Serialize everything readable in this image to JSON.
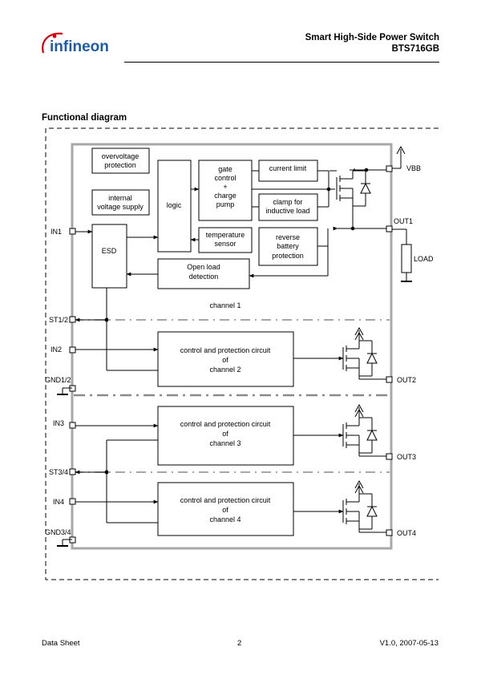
{
  "header": {
    "title_line1": "Smart High-Side Power Switch",
    "title_line2": "BTS716GB",
    "logo_text": "infineon"
  },
  "section": {
    "title": "Functional diagram"
  },
  "diagram": {
    "boxes": {
      "overvoltage": [
        "overvoltage",
        "protection"
      ],
      "internal_supply": [
        "internal",
        "voltage supply"
      ],
      "esd": "ESD",
      "logic": "logic",
      "gate_control": [
        "gate",
        "control",
        "+",
        "charge",
        "pump"
      ],
      "temperature_sensor": [
        "temperature",
        "sensor"
      ],
      "current_limit": "current limit",
      "clamp": [
        "clamp for",
        "inductive load"
      ],
      "reverse_battery": [
        "reverse",
        "battery",
        "protection"
      ],
      "open_load": [
        "Open load",
        "detection"
      ],
      "ch2": [
        "control and protection circuit",
        "of",
        "channel 2"
      ],
      "ch3": [
        "control and protection circuit",
        "of",
        "channel 3"
      ],
      "ch4": [
        "control and protection circuit",
        "of",
        "channel 4"
      ]
    },
    "channel1_label": "channel 1",
    "pins": {
      "in1": "IN1",
      "st12": "ST1/2",
      "in2": "IN2",
      "gnd12": "GND1/2",
      "in3": "IN3",
      "st34": "ST3/4",
      "in4": "IN4",
      "gnd34": "GND3/4",
      "vbb": "VBB",
      "out1": "OUT1",
      "load": "LOAD",
      "out2": "OUT2",
      "out3": "OUT3",
      "out4": "OUT4"
    }
  },
  "footer": {
    "left": "Data Sheet",
    "center": "2",
    "right": "V1.0, 2007-05-13"
  },
  "colors": {
    "grey_frame": "#a8a8a8",
    "logo_blue": "#1d5da8",
    "logo_red": "#d6000f"
  }
}
